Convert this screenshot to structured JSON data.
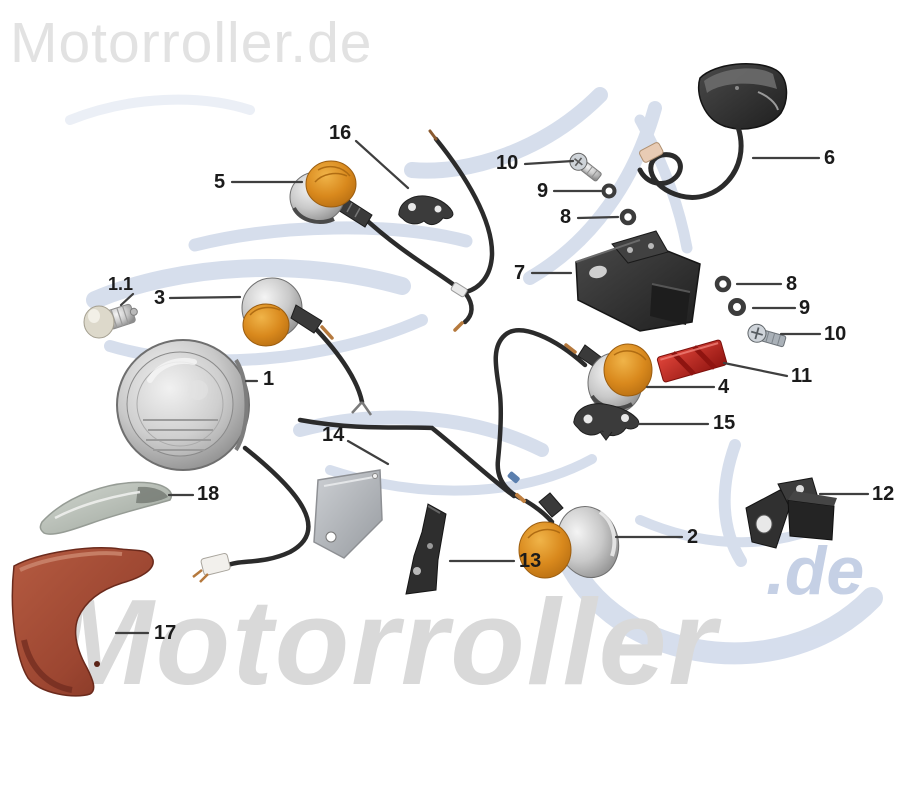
{
  "watermarks": {
    "top_left": "Motorroller.de",
    "big": "Motorroller",
    "big_suffix": ".de"
  },
  "colors": {
    "watermark_gray": "#d9d9d9",
    "watermark_blue": "#c9d4e6",
    "amber_lens": "#d9891d",
    "reflector_red": "#c0251d",
    "fairing_red": "#a04a33",
    "leader_line": "#3f3f3f"
  },
  "callouts": [
    {
      "label": "1"
    },
    {
      "label": "1.1"
    },
    {
      "label": "2"
    },
    {
      "label": "3"
    },
    {
      "label": "4"
    },
    {
      "label": "5"
    },
    {
      "label": "6"
    },
    {
      "label": "7"
    },
    {
      "label": "8"
    },
    {
      "label": "9"
    },
    {
      "label": "10"
    },
    {
      "label": "8"
    },
    {
      "label": "9"
    },
    {
      "label": "10"
    },
    {
      "label": "11"
    },
    {
      "label": "12"
    },
    {
      "label": "13"
    },
    {
      "label": "14"
    },
    {
      "label": "15"
    },
    {
      "label": "16"
    },
    {
      "label": "17"
    },
    {
      "label": "18"
    }
  ]
}
